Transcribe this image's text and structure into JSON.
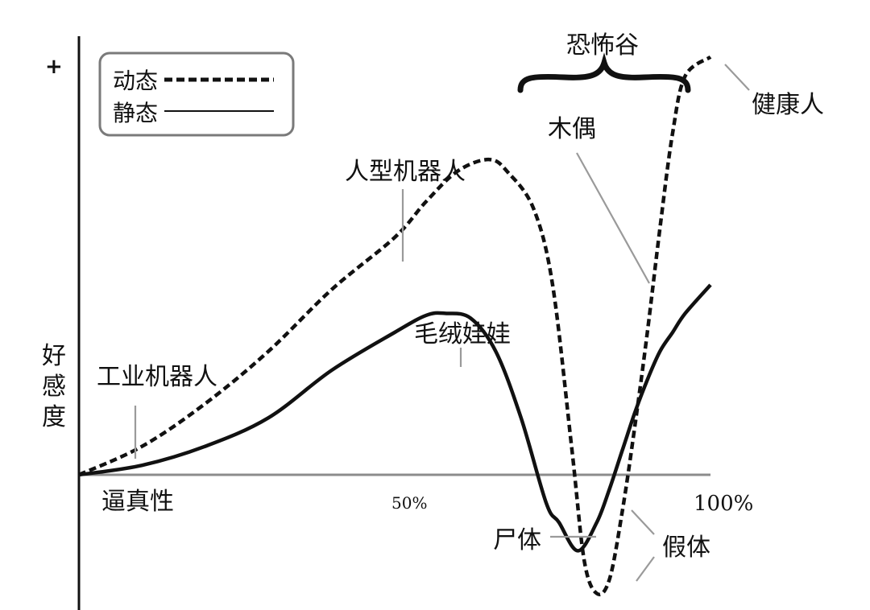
{
  "chart_data": {
    "type": "line",
    "title": "",
    "xlabel": "逼真性",
    "ylabel": "好感度",
    "y_positive_marker": "+",
    "x_ticks": [
      "50%",
      "100%"
    ],
    "xlim": [
      0,
      100
    ],
    "ylim": [
      -1.4,
      4.4
    ],
    "grid": false,
    "legend": {
      "placement": "top-left",
      "entries": [
        {
          "label": "动态",
          "style": "dashed"
        },
        {
          "label": "静态",
          "style": "solid"
        }
      ]
    },
    "series": [
      {
        "name": "动态",
        "style": "dashed",
        "x": [
          0,
          10,
          20,
          30,
          40,
          50,
          55,
          60,
          65,
          68,
          72,
          75,
          78,
          80,
          82,
          84,
          86,
          88,
          90,
          92,
          94,
          96,
          100
        ],
        "y": [
          0,
          0.3,
          0.75,
          1.3,
          1.95,
          2.5,
          2.88,
          3.2,
          3.32,
          3.18,
          2.8,
          2.0,
          0.3,
          -0.9,
          -1.25,
          -1.1,
          -0.4,
          0.5,
          1.5,
          2.6,
          3.6,
          4.2,
          4.4
        ]
      },
      {
        "name": "静态",
        "style": "solid",
        "x": [
          0,
          10,
          20,
          30,
          40,
          50,
          55,
          58,
          62,
          66,
          70,
          74,
          76,
          79,
          82,
          84,
          86,
          88,
          90,
          92,
          94,
          96,
          100
        ],
        "y": [
          0,
          0.1,
          0.3,
          0.6,
          1.1,
          1.5,
          1.68,
          1.7,
          1.65,
          1.3,
          0.6,
          -0.3,
          -0.5,
          -0.8,
          -0.5,
          -0.15,
          0.25,
          0.65,
          1.0,
          1.3,
          1.5,
          1.7,
          2.0
        ]
      }
    ],
    "annotations": [
      {
        "label": "恐怖谷",
        "x": 84,
        "y": 4.35
      },
      {
        "label": "健康人",
        "x": 100,
        "y": 3.6
      },
      {
        "label": "木偶",
        "x": 82,
        "y": 3.25
      },
      {
        "label": "人型机器人",
        "x": 58,
        "y": 2.95
      },
      {
        "label": "毛绒娃娃",
        "x": 60,
        "y": 1.4
      },
      {
        "label": "工业机器人",
        "x": 10,
        "y": 1.05
      },
      {
        "label": "尸体",
        "x": 66,
        "y": -0.75
      },
      {
        "label": "假体",
        "x": 94,
        "y": -0.75
      }
    ]
  }
}
